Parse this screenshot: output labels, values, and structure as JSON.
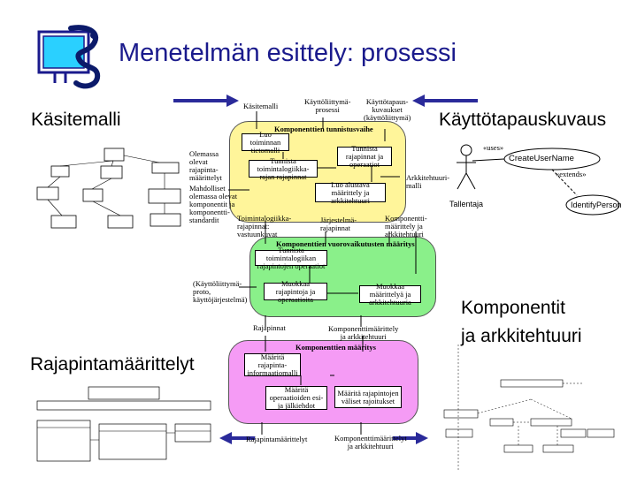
{
  "header": {
    "title": "Menetelmän esittely: prosessi"
  },
  "side_labels": {
    "kasitemalli": "Käsitemalli",
    "kayttotapauskuvaus": "Käyttötapauskuvaus",
    "komponentit": "Komponentit",
    "arkkitehtuuri": "ja arkkitehtuuri",
    "rajapinnat": "Rajapintamäärittelyt"
  },
  "top_inputs": {
    "kasitemalli": "Käsitemalli",
    "kayttoliittyma": "Käyttöliittymä-",
    "prosessi": "prosessi",
    "kayttotapaus": "Käyttötapaus-",
    "kuvaukset": "kuvaukset",
    "kayttoliittyma2": "(käyttöliittymä)"
  },
  "phase1": {
    "title": "Komponenttien tunnistusvaihe",
    "boxes": [
      "Luo toiminnan tietomalli",
      "Tunnista rajapinnat ja operaatiot",
      "Tunnista toimintalogiikka-rajan rajapinnat",
      "Luo alustava määrittely ja arkkitehtuuri"
    ],
    "left_note": [
      "Olemassa",
      "olevat",
      "rajapinta-",
      "määrittelyt",
      "Mahdolliset",
      "olemassa olevat",
      "komponentit ja",
      "komponentti-",
      "standardit"
    ],
    "right_note": [
      "Arkkitehtuuri-",
      "malli"
    ],
    "bottom_left": [
      "Toimintalogiikka-",
      "rajapinnat:",
      "vastuunkuvat"
    ],
    "bottom_mid": [
      "Järjestelmä-",
      "rajapinnat"
    ],
    "bottom_right": [
      "Komponentti-",
      "määrittely ja",
      "arkkitehtuuri"
    ]
  },
  "phase2": {
    "title": "Komponenttien vuorovaikutusten määritys",
    "boxes": [
      "Tunnista toimintalogiikan rajapintojen operaatiot",
      "Muokkaa rajapintoja ja operaatioita",
      "Muokkaa määrittelyä ja arkkitehtuuria"
    ],
    "left_note": [
      "(Käyttöliittymä-",
      "proto,",
      "käyttöjärjestelmä)"
    ],
    "bottom_left": "Rajapinnat",
    "bottom_right": [
      "Komponenttimäärittely",
      "ja arkkitehtuuri"
    ]
  },
  "phase3": {
    "title": "Komponenttien määritys",
    "boxes": [
      "Määritä rajapinta-informaatiomalli",
      "Määritä operaatioiden esi- ja jälkiehdot",
      "Määritä rajapintojen väliset rajoitukset"
    ],
    "out_left": "Rajapintamäärittelyt",
    "out_right": [
      "Komponenttimäärittelyt",
      "ja arkkitehtuuri"
    ]
  },
  "usecase": {
    "actor": "Tallentaja",
    "uses": "«uses»",
    "extends": "«extends»",
    "case1": "CreateUserName",
    "case2": "IdentifyPerson"
  },
  "colors": {
    "title": "#1a1a8c",
    "phase1": "#fff59a",
    "phase2": "#8af08a",
    "phase3": "#f59bf5",
    "arrow": "#2a2a9a"
  }
}
